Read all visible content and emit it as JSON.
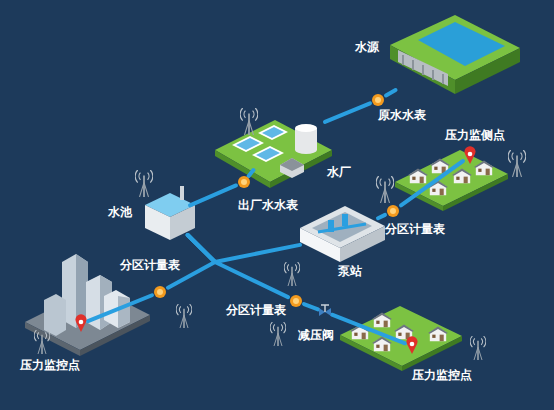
{
  "diagram": {
    "nodes": [
      {
        "text": [
          "水源"
        ]
      },
      {
        "text": [
          "原水水表"
        ]
      },
      {
        "text": [
          "水厂"
        ]
      },
      {
        "text": [
          "出厂水水表"
        ]
      },
      {
        "text": [
          "水池"
        ]
      },
      {
        "text": [
          "分区计量表"
        ]
      },
      {
        "text": [
          "压力监侧点"
        ]
      },
      {
        "text": [
          "泵站"
        ]
      },
      {
        "text": [
          "分区计量表"
        ]
      },
      {
        "text": [
          "压力监控点"
        ]
      },
      {
        "text": [
          "分区计量表"
        ]
      },
      {
        "text": [
          "减压阀"
        ]
      },
      {
        "text": [
          "压力监控点"
        ]
      }
    ],
    "edges": [
      {
        "from": 0,
        "to": 1,
        "arrow": "none"
      },
      {
        "from": 1,
        "to": 2,
        "arrow": "none"
      },
      {
        "from": 2,
        "to": 3,
        "arrow": "none"
      },
      {
        "from": 3,
        "to": 4,
        "arrow": "none"
      },
      {
        "from": 4,
        "to": 8,
        "arrow": "none"
      },
      {
        "from": 4,
        "to": 7,
        "arrow": "none"
      },
      {
        "from": 4,
        "to": 10,
        "arrow": "none"
      },
      {
        "from": 7,
        "to": 5,
        "arrow": "none"
      },
      {
        "from": 5,
        "to": 6,
        "arrow": "none"
      },
      {
        "from": 8,
        "to": 9,
        "arrow": "none"
      },
      {
        "from": 10,
        "to": 11,
        "arrow": "none"
      },
      {
        "from": 11,
        "to": 12,
        "arrow": "none"
      }
    ]
  }
}
